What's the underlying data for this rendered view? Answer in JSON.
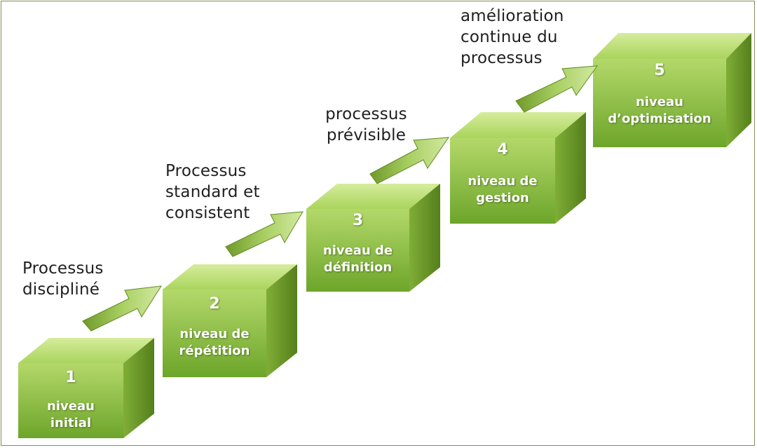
{
  "diagram": {
    "levels": [
      {
        "number": "1",
        "name": "niveau initial"
      },
      {
        "number": "2",
        "name": "niveau de répétition"
      },
      {
        "number": "3",
        "name": "niveau de définition"
      },
      {
        "number": "4",
        "name": "niveau de gestion"
      },
      {
        "number": "5",
        "name": "niveau d’optimisation"
      }
    ],
    "transitions": [
      {
        "label": "Processus discipliné"
      },
      {
        "label": "Processus standard et consistent"
      },
      {
        "label": "processus prévisible"
      },
      {
        "label": "amélioration continue du processus"
      }
    ],
    "colors": {
      "cube_front_top": "#a8d25a",
      "cube_front_bottom": "#6fa82a",
      "cube_top": "#c4e27f",
      "cube_side": "#5f8f1f",
      "arrow": "#8fbf3a",
      "frame": "#7f8f5a",
      "label_text": "#1f1f1f"
    }
  }
}
